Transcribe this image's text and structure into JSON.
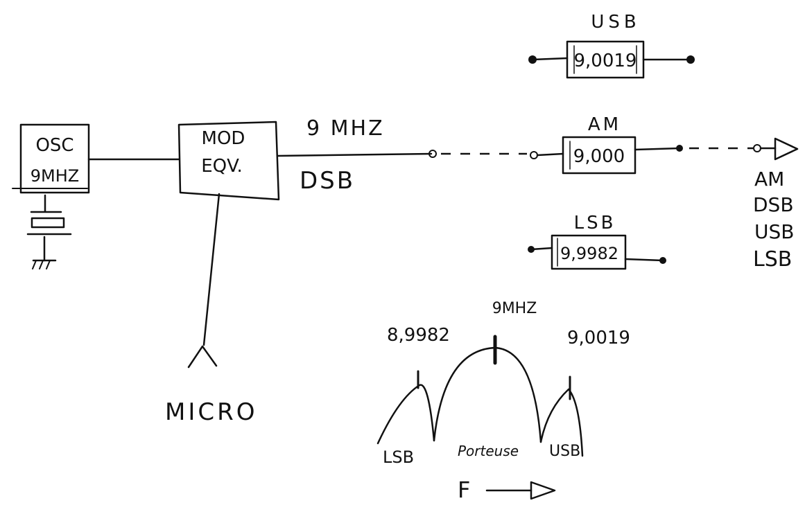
{
  "oscillator": {
    "line1": "OSC",
    "line2": "9MHZ"
  },
  "modulator": {
    "line1": "MOD",
    "line2": "EQV."
  },
  "mod_output": {
    "freq_label": "9 MHZ",
    "mode_label": "DSB"
  },
  "micro_label": "MICRO",
  "filters": {
    "usb": {
      "title": "USB",
      "value": "9,0019"
    },
    "am": {
      "title": "AM",
      "value": "9,000"
    },
    "lsb": {
      "title": "LSB",
      "value": "9,9982"
    }
  },
  "output_modes": [
    "AM",
    "DSB",
    "USB",
    "LSB"
  ],
  "spectrum": {
    "center_label": "9MHZ",
    "left_freq": "8,9982",
    "right_freq": "9,0019",
    "lsb_label": "LSB",
    "carrier_label": "Porteuse",
    "usb_label": "USB",
    "axis_label": "F"
  }
}
